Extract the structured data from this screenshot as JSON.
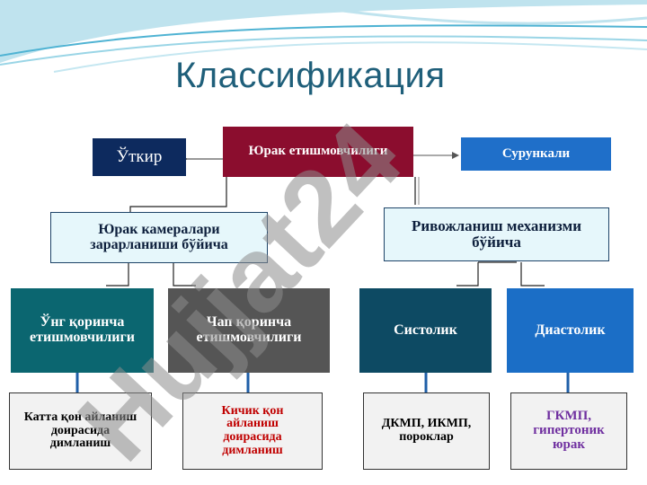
{
  "title": "Классификация",
  "watermark": "Hujjat24",
  "nodes": {
    "root": "Юрак етишмовчилиги",
    "acute": "Ўткир",
    "chronic": "Сурункали",
    "by_chambers": "Юрак   камералари зарарланиши   бўйича",
    "by_mechanism": "Ривожланиш механизми  бўйича",
    "right_vent": "Ўнг  қоринча етишмовчилиги",
    "left_vent": "Чап  қоринча етишмовчилиги",
    "systolic": "Систолик",
    "diastolic": "Диастолик",
    "big_circ": "Катта қон айланиш доирасида  димланиш",
    "small_circ": "Кичик  қон айланиш доирасида  димланиш",
    "dcm": "ДКМП, ИКМП, пороклар",
    "hcm": "ГКМП, гипертоник юрак"
  },
  "colors": {
    "root": "#8b0d2e",
    "acute": "#0d2a5e",
    "chronic": "#1f6fc9",
    "teal": "#0b6670",
    "gray": "#555555",
    "navy": "#0d4a63",
    "blue": "#1b6ec6",
    "red_text": "#c00000",
    "purple_text": "#7030a0"
  }
}
